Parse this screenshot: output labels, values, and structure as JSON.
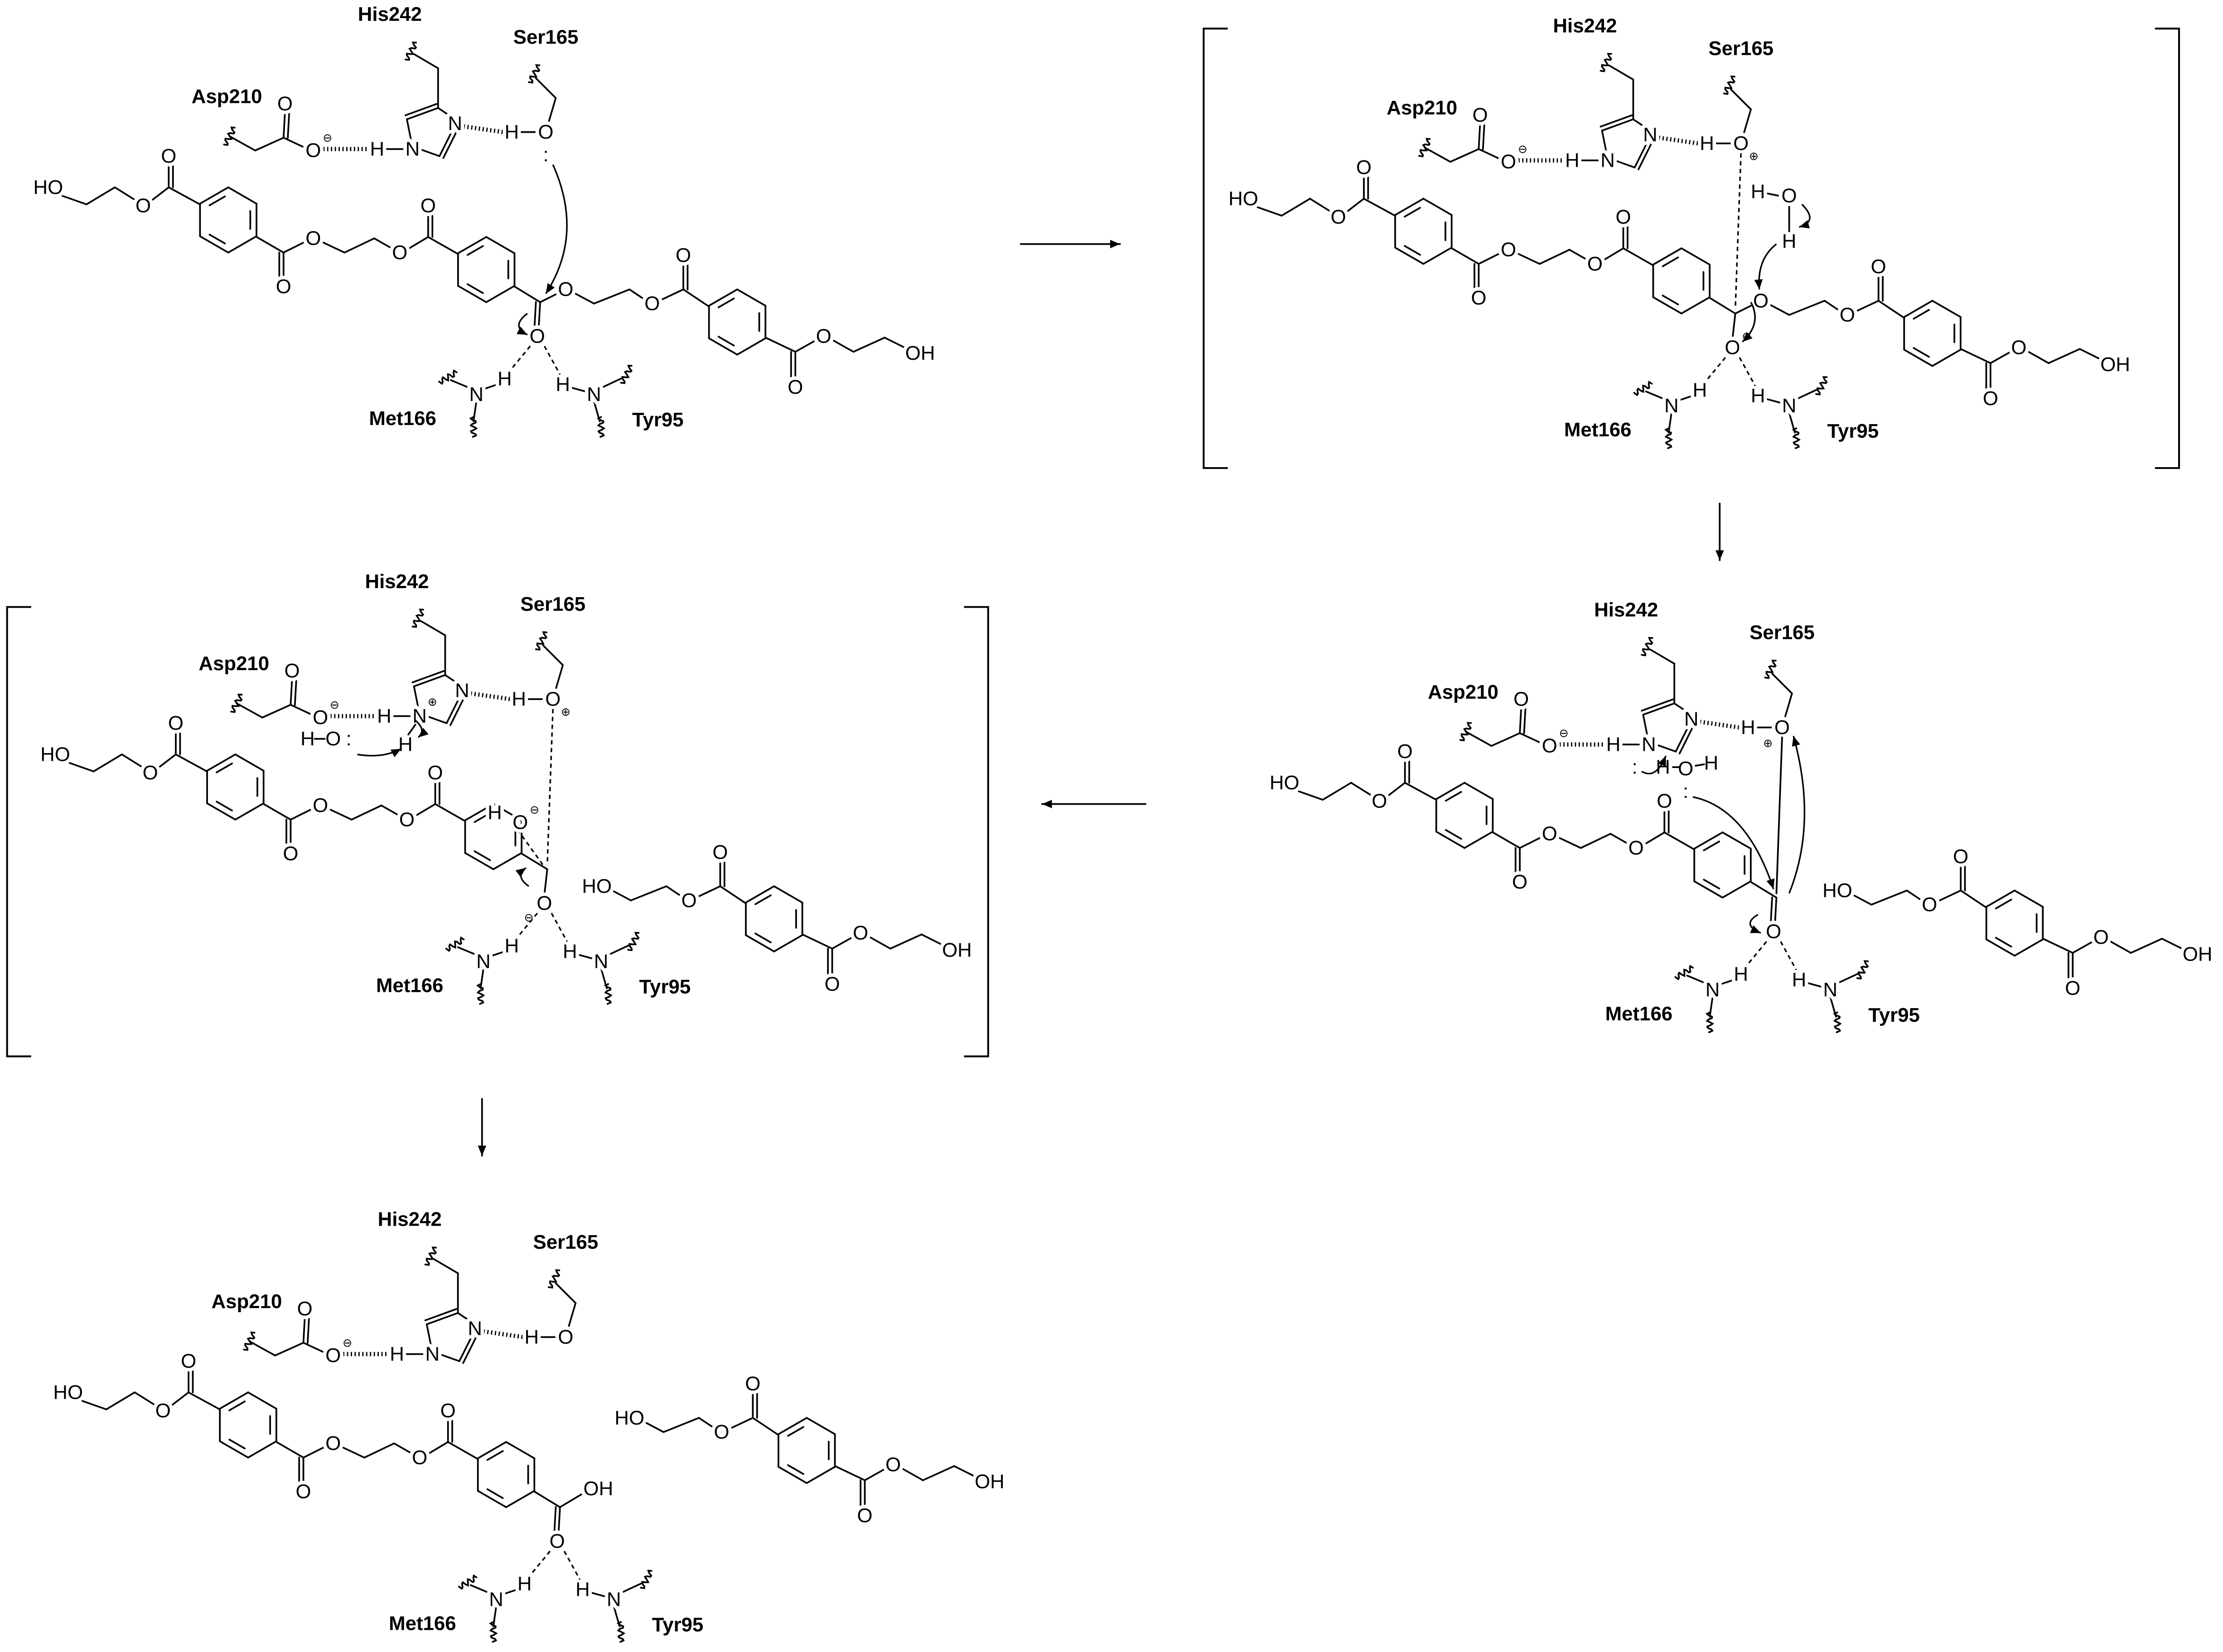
{
  "residues": {
    "his": "His242",
    "ser": "Ser165",
    "asp": "Asp210",
    "met": "Met166",
    "tyr": "Tyr95"
  },
  "atoms": {
    "O": "O",
    "H": "H",
    "N": "N",
    "HO": "HO",
    "OH": "OH",
    "minus": "⊖",
    "plus": "⊕",
    "lone_pair": ":"
  }
}
